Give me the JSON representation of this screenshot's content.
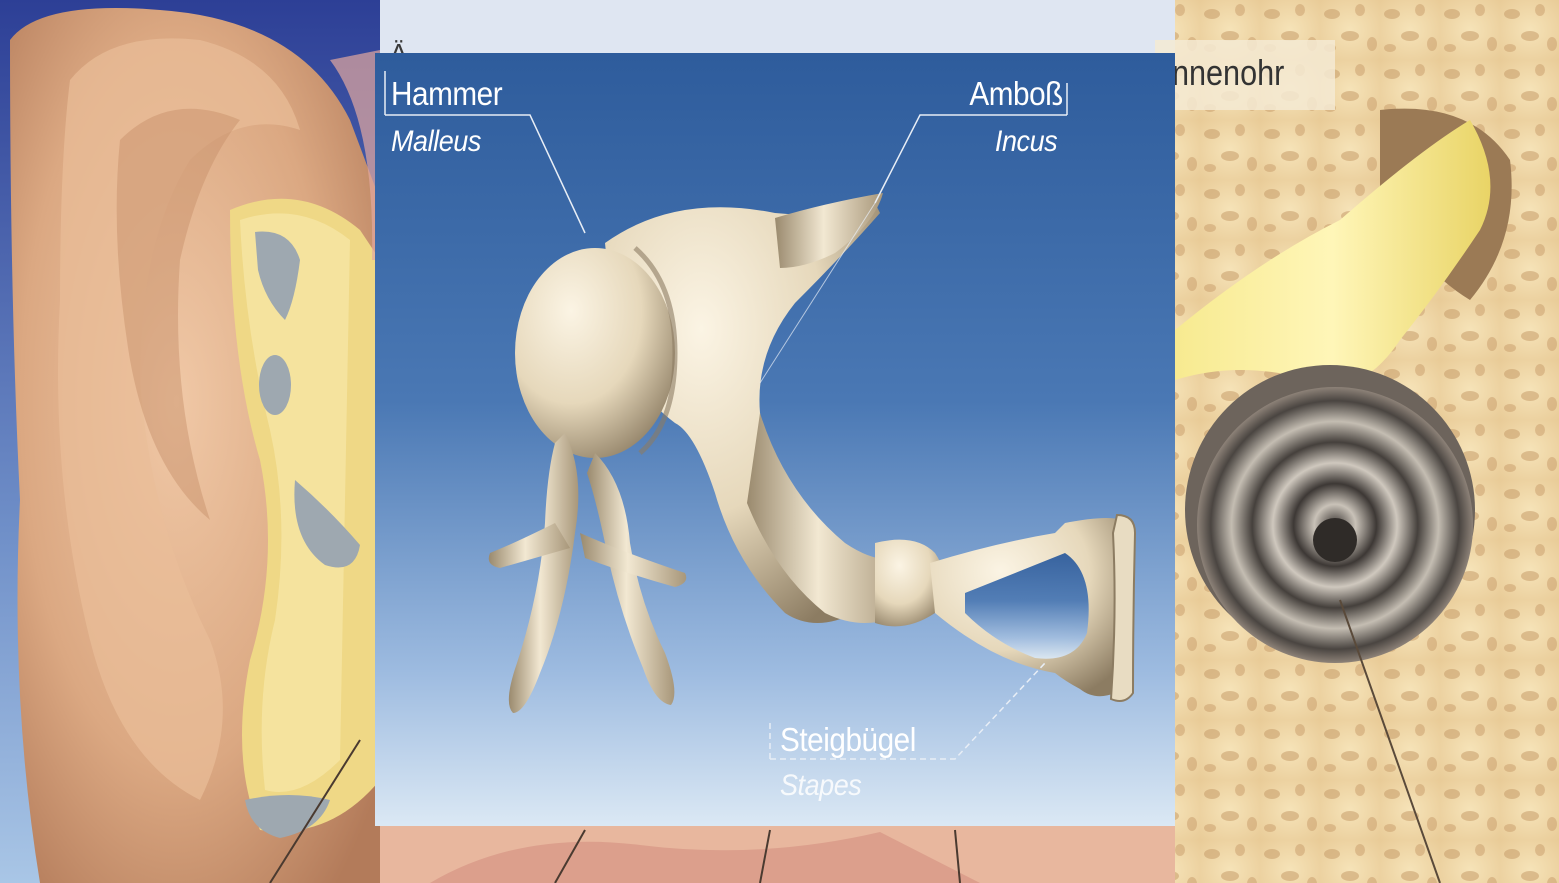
{
  "background": {
    "partial_labels": {
      "left": "Ä",
      "right": "nnenohr"
    },
    "colors": {
      "skin": "#e2b28e",
      "bone": "#f2dcae",
      "nerve": "#f3e27a",
      "cochlea": "#5f5550",
      "backdrop_blue": "#3a4fa0"
    }
  },
  "inset": {
    "colors": {
      "bg_top": "#2f5f9e",
      "bg_bottom": "#cfe0f0",
      "bone": "#e9ddc4",
      "bone_shadow": "#8a7a62",
      "label": "#ffffff"
    },
    "labels": {
      "hammer": {
        "name": "Hammer",
        "latin": "Malleus"
      },
      "amboss": {
        "name": "Amboß",
        "latin": "Incus"
      },
      "steigbuegel": {
        "name": "Steigbügel",
        "latin": "Stapes"
      }
    }
  }
}
